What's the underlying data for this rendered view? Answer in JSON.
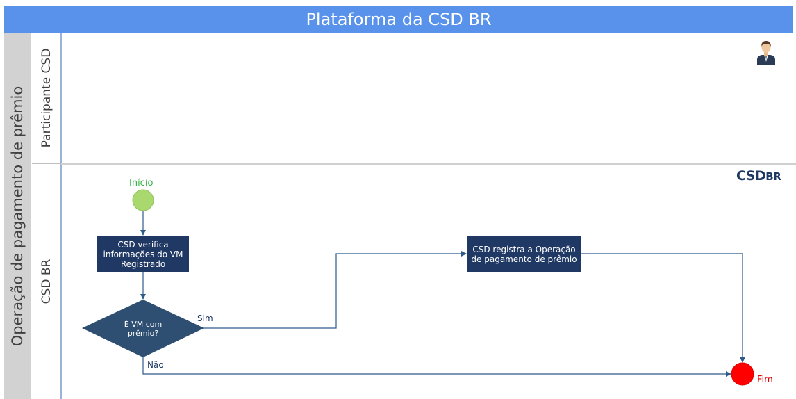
{
  "title": "Plataforma da CSD BR",
  "pool": {
    "label": "Operação de pagamento de prêmio"
  },
  "lanes": [
    {
      "label": "Participante CSD"
    },
    {
      "label": "CSD BR"
    }
  ],
  "logo": {
    "part1": "CSD",
    "part2": "BR"
  },
  "nodes": {
    "start": {
      "label": "Início"
    },
    "verify": {
      "label": "CSD verifica informações do VM Registrado"
    },
    "decision": {
      "label": "É VM com prêmio?"
    },
    "register": {
      "label": "CSD registra a Operação de pagamento de prêmio"
    },
    "end": {
      "label": "Fim"
    }
  },
  "edges": {
    "yes": "Sim",
    "no": "Não"
  },
  "colors": {
    "header": "#5892ea",
    "task": "#203864",
    "decision": "#2e4f72",
    "start": "#a9d86e",
    "end": "#ff0000",
    "connector": "#2e5b8a"
  }
}
